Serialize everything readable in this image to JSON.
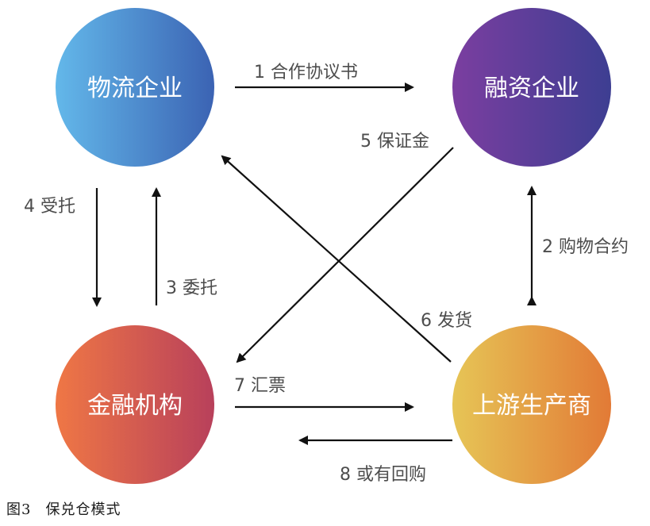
{
  "nodes": {
    "logistics": "物流企业",
    "financing": "融资企业",
    "finance_inst": "金融机构",
    "upstream": "上游生产商"
  },
  "edges": {
    "e1": "1 合作协议书",
    "e2": "2 购物合约",
    "e3": "3 委托",
    "e4": "4 受托",
    "e5": "5 保证金",
    "e6": "6 发货",
    "e7": "7 汇票",
    "e8": "8 或有回购"
  },
  "caption": {
    "number": "图3",
    "title": "保兑仓模式"
  },
  "colors": {
    "logistics": [
      "#63b8ea",
      "#3b63b3"
    ],
    "financing": [
      "#7b3ea0",
      "#3d3e92"
    ],
    "finance_inst": [
      "#ef7745",
      "#b8405b"
    ],
    "upstream": [
      "#e6c556",
      "#e27a36"
    ],
    "arrow": "#111111",
    "label": "#4d4d4d"
  }
}
